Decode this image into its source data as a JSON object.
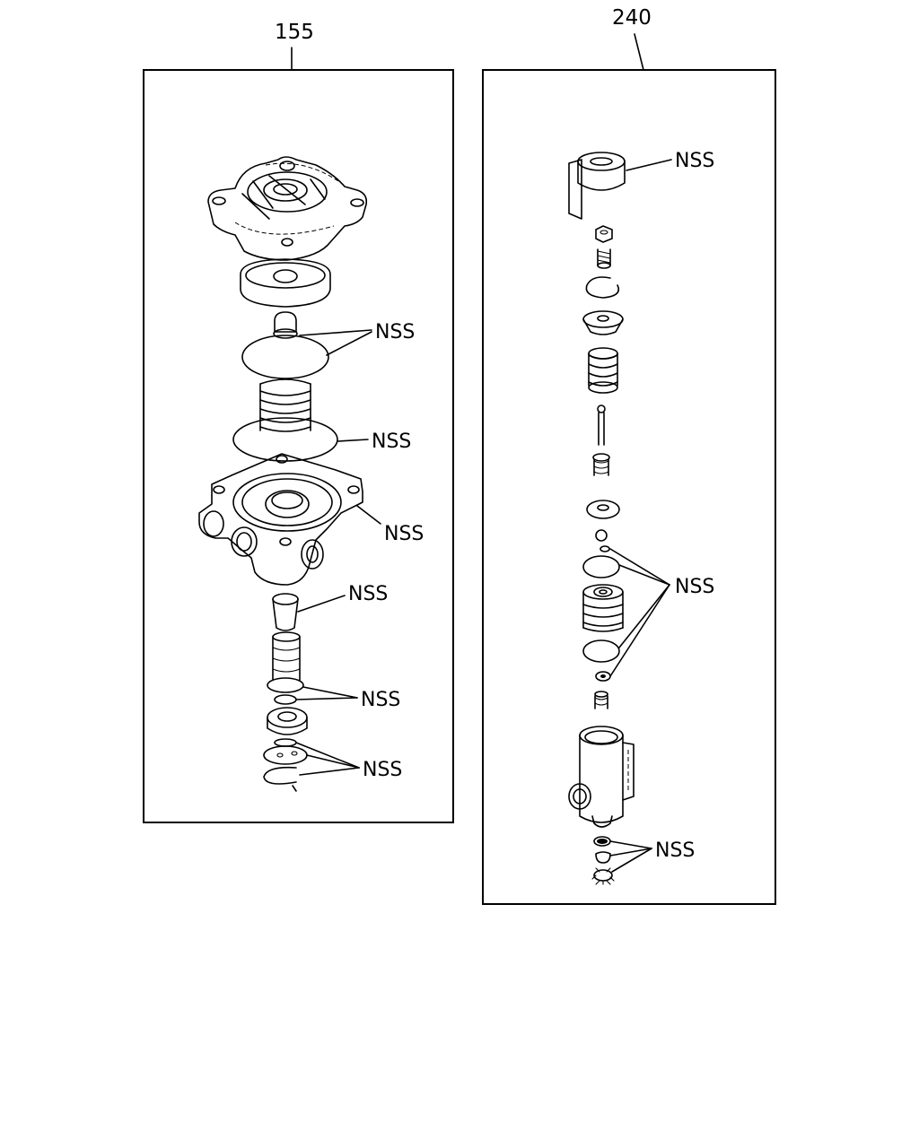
{
  "diagram": {
    "left_assembly": {
      "ref_number": "155",
      "callouts": [
        "NSS",
        "NSS",
        "NSS",
        "NSS",
        "NSS",
        "NSS"
      ]
    },
    "right_assembly": {
      "ref_number": "240",
      "callouts": [
        "NSS",
        "NSS",
        "NSS"
      ]
    }
  }
}
